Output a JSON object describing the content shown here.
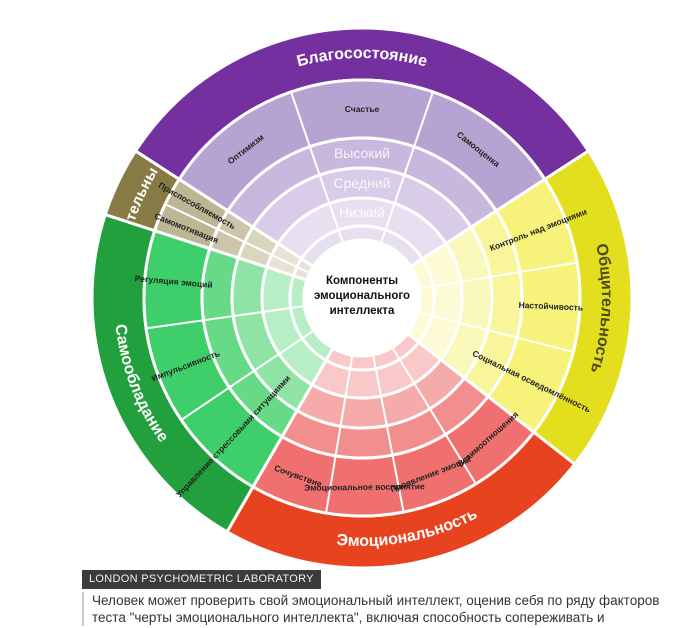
{
  "diagram": {
    "center_label": [
      "Компоненты",
      "эмоционального",
      "интеллекта"
    ],
    "levels": [
      "Высокий",
      "Средний",
      "Низкий"
    ],
    "segments": [
      {
        "name": "Благосостояние",
        "color": "#7c3aa3",
        "outer": "#7530a0",
        "tint": [
          "#b7a3d1",
          "#c8b8de",
          "#d8cce8",
          "#e7e0f1"
        ],
        "items": [
          "Оптимизм",
          "Счастье",
          "Самооценка"
        ]
      },
      {
        "name": "Общительность",
        "color": "#ece625",
        "outer": "#e3df1f",
        "tint": [
          "#f6f27a",
          "#f8f59a",
          "#faf8ba",
          "#fcfbd6"
        ],
        "items": [
          "Контроль над эмоциями",
          "Настойчивость",
          "Социальная осведомлённость"
        ]
      },
      {
        "name": "Эмоциональность",
        "color": "#ef4a2a",
        "outer": "#e8431f",
        "tint": [
          "#f07070",
          "#f38e8e",
          "#f6abab",
          "#f9c8c8"
        ],
        "items": [
          "Взаимоотношения",
          "Проявление эмоций",
          "Эмоциональное восприятие",
          "Сочувствие"
        ]
      },
      {
        "name": "Самообладание",
        "color": "#2aa645",
        "outer": "#22a03e",
        "tint": [
          "#3fcf6a",
          "#66da86",
          "#8fe4a5",
          "#b8eec6"
        ],
        "items": [
          "Управление стрессовыми ситуациями",
          "Импульсивность",
          "Регуляция эмоций"
        ]
      },
      {
        "name": "Вспомогательные аспекты",
        "color": "#8e7f4a",
        "outer": "#887a45",
        "tint": [
          "#bdb594",
          "#ccc5a9",
          "#dad5bf",
          "#e7e4d5"
        ],
        "items": [
          "Самомотивация",
          "Приспособляемость"
        ]
      }
    ]
  },
  "credit": "LONDON PSYCHOMETRIC LABORATORY",
  "caption": "Человек может проверить свой эмоциональный интеллект, оценив себя по ряду факторов теста \"черты эмоционального интеллекта\", включая способность сопереживать и"
}
